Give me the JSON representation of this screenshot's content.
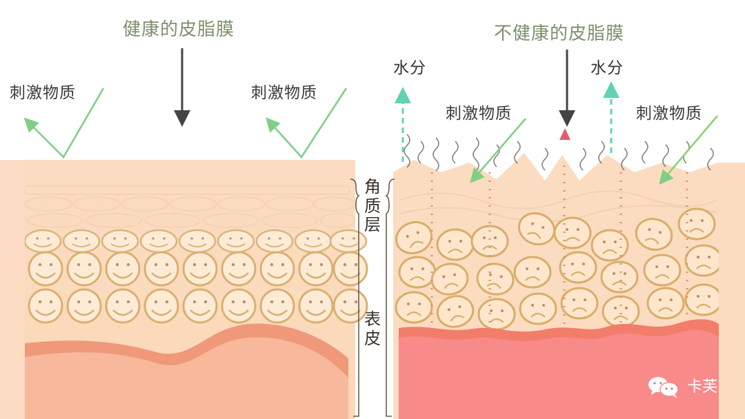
{
  "diagram": {
    "left_panel": {
      "title": "健康的皮脂膜",
      "irritant_labels": [
        "刺激物质",
        "刺激物质"
      ],
      "state": "healthy",
      "cell_expression": "smile"
    },
    "right_panel": {
      "title": "不健康的皮脂膜",
      "water_labels": [
        "水分",
        "水分"
      ],
      "irritant_labels": [
        "刺激物质",
        "刺激物质"
      ],
      "state": "unhealthy",
      "cell_expression": "frown"
    },
    "layer_labels": {
      "stratum_corneum": "角质层",
      "epidermis": "表皮"
    },
    "watermark": {
      "icon": "wechat-icon",
      "text": "卡芙"
    },
    "colors": {
      "title_green": "#7d8f6a",
      "irritant_arrow": "#7fcf86",
      "water_arrow": "#5fd3b3",
      "skin_base": "#fbdcc0",
      "cell_outline": "#d9b071",
      "left_dermis": "#f7b69a",
      "left_basal": "#f0987a",
      "right_dermis": "#f88a8a",
      "right_basal": "#f27d6a",
      "down_arrow": "#444444",
      "red_triangle": "#e8596d"
    }
  }
}
